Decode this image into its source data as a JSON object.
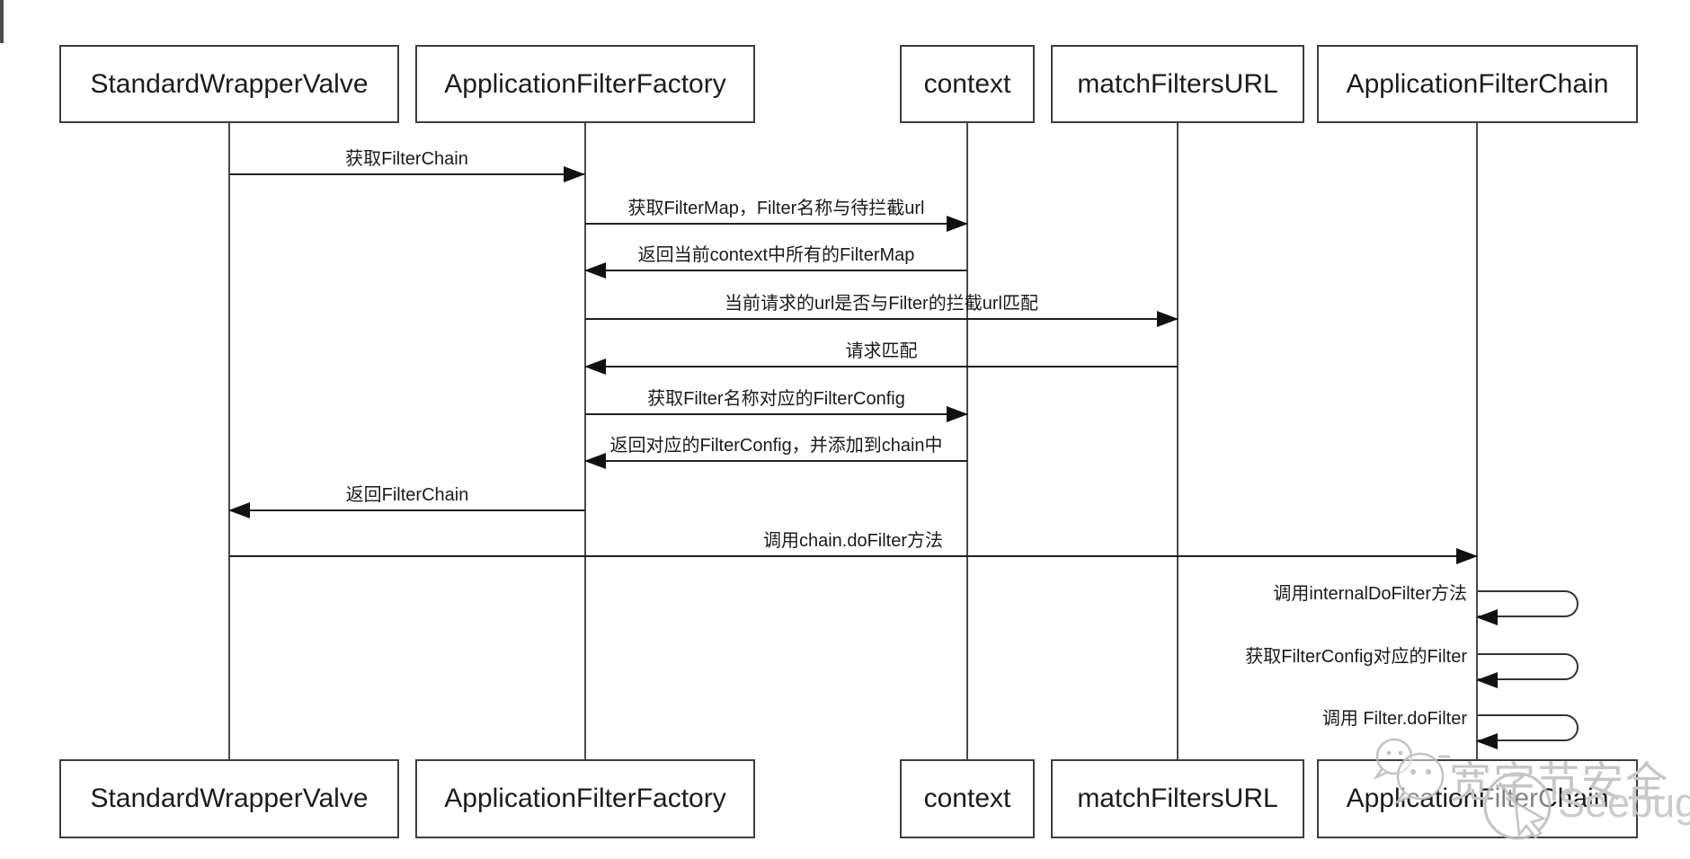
{
  "diagram": {
    "type": "sequence-diagram",
    "line_color": "#1f1f1f",
    "background_color": "#ffffff",
    "actors": [
      {
        "name": "StandardWrapperValve"
      },
      {
        "name": "ApplicationFilterFactory"
      },
      {
        "name": "context"
      },
      {
        "name": "matchFiltersURL"
      },
      {
        "name": "ApplicationFilterChain"
      }
    ],
    "messages": [
      {
        "label": "获取FilterChain",
        "from": "StandardWrapperValve",
        "to": "ApplicationFilterFactory",
        "direction": "right"
      },
      {
        "label": "获取FilterMap，Filter名称与待拦截url",
        "from": "ApplicationFilterFactory",
        "to": "context",
        "direction": "right"
      },
      {
        "label": "返回当前context中所有的FilterMap",
        "from": "context",
        "to": "ApplicationFilterFactory",
        "direction": "left"
      },
      {
        "label": "当前请求的url是否与Filter的拦截url匹配",
        "from": "ApplicationFilterFactory",
        "to": "matchFiltersURL",
        "direction": "right"
      },
      {
        "label": "请求匹配",
        "from": "matchFiltersURL",
        "to": "ApplicationFilterFactory",
        "direction": "left"
      },
      {
        "label": "获取Filter名称对应的FilterConfig",
        "from": "ApplicationFilterFactory",
        "to": "context",
        "direction": "right"
      },
      {
        "label": "返回对应的FilterConfig，并添加到chain中",
        "from": "context",
        "to": "ApplicationFilterFactory",
        "direction": "left"
      },
      {
        "label": "返回FilterChain",
        "from": "ApplicationFilterFactory",
        "to": "StandardWrapperValve",
        "direction": "left"
      },
      {
        "label": "调用chain.doFilter方法",
        "from": "StandardWrapperValve",
        "to": "ApplicationFilterChain",
        "direction": "right"
      }
    ],
    "self_messages": [
      {
        "label": "调用internalDoFilter方法",
        "actor": "ApplicationFilterChain"
      },
      {
        "label": "获取FilterConfig对应的Filter",
        "actor": "ApplicationFilterChain"
      },
      {
        "label": "调用 Filter.doFilter",
        "actor": "ApplicationFilterChain"
      }
    ],
    "watermark": {
      "text_primary": "宽字节安全",
      "text_secondary": "Seebug",
      "color": "#c6c6c6",
      "icons": [
        "wechat-chat-bubbles-icon",
        "seebug-cursor-clock-icon"
      ]
    }
  }
}
